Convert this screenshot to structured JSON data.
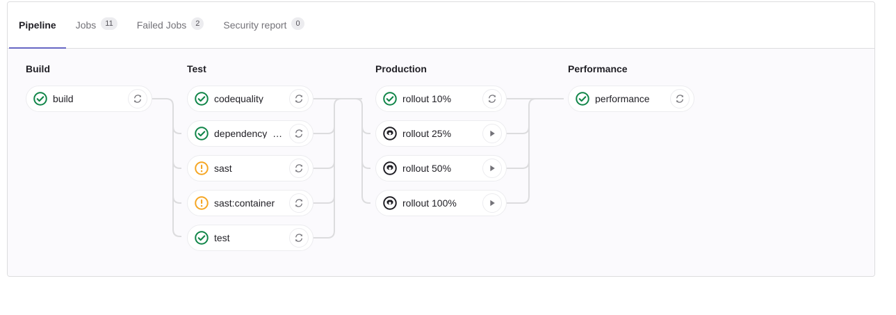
{
  "tabs": [
    {
      "label": "Pipeline",
      "badge": null,
      "active": true,
      "name": "tab-pipeline"
    },
    {
      "label": "Jobs",
      "badge": "11",
      "active": false,
      "name": "tab-jobs"
    },
    {
      "label": "Failed Jobs",
      "badge": "2",
      "active": false,
      "name": "tab-failed-jobs"
    },
    {
      "label": "Security report",
      "badge": "0",
      "active": false,
      "name": "tab-security-report"
    }
  ],
  "stages": [
    {
      "title": "Build",
      "jobs": [
        {
          "name": "build",
          "status": "success",
          "action": "retry"
        }
      ]
    },
    {
      "title": "Test",
      "jobs": [
        {
          "name": "codequality",
          "status": "success",
          "action": "retry"
        },
        {
          "name": "dependency_s…",
          "status": "success",
          "action": "retry"
        },
        {
          "name": "sast",
          "status": "warning",
          "action": "retry"
        },
        {
          "name": "sast:container",
          "status": "warning",
          "action": "retry"
        },
        {
          "name": "test",
          "status": "success",
          "action": "retry"
        }
      ]
    },
    {
      "title": "Production",
      "jobs": [
        {
          "name": "rollout 10%",
          "status": "success",
          "action": "retry"
        },
        {
          "name": "rollout 25%",
          "status": "manual",
          "action": "play"
        },
        {
          "name": "rollout 50%",
          "status": "manual",
          "action": "play"
        },
        {
          "name": "rollout 100%",
          "status": "manual",
          "action": "play"
        }
      ]
    },
    {
      "title": "Performance",
      "jobs": [
        {
          "name": "performance",
          "status": "success",
          "action": "retry"
        }
      ]
    }
  ],
  "colors": {
    "success": "#108548",
    "warning": "#ab6100",
    "warning_icon": "#f5a623",
    "manual": "#1f1e24",
    "accent": "#6666c4",
    "link": "#dcdcde",
    "card_bg": "#ffffff",
    "graph_bg": "#fbfafd",
    "text": "#1f1e24",
    "muted_text": "#737278"
  }
}
